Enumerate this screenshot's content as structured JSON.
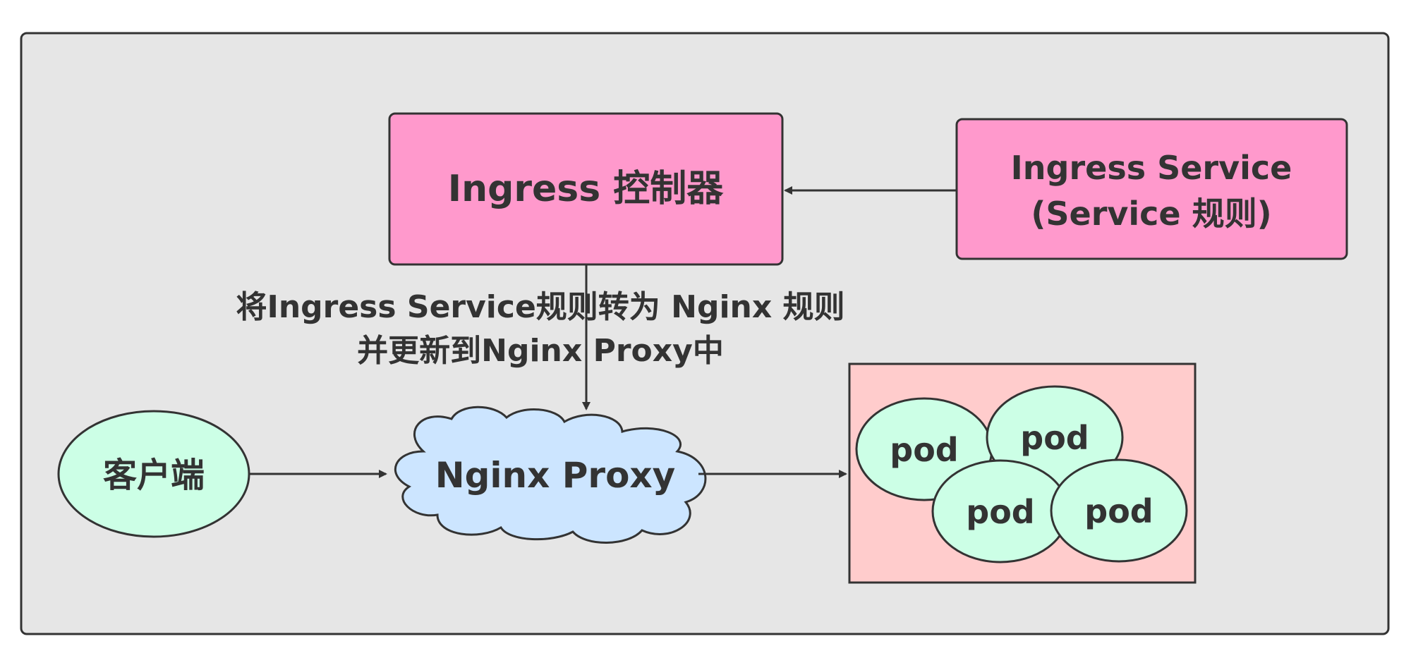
{
  "diagram": {
    "controller": {
      "label": "Ingress 控制器"
    },
    "service_rules": {
      "line1": "Ingress Service",
      "line2": "(Service 规则)"
    },
    "annotation": {
      "line1": "将Ingress Service规则转为 Nginx 规则",
      "line2": "并更新到Nginx Proxy中"
    },
    "client": {
      "label": "客户端"
    },
    "proxy": {
      "label": "Nginx Proxy"
    },
    "pods": [
      {
        "label": "pod"
      },
      {
        "label": "pod"
      },
      {
        "label": "pod"
      },
      {
        "label": "pod"
      }
    ]
  },
  "colors": {
    "frame_bg": "#e6e6e6",
    "box_pink": "#ff99cc",
    "pod_group_bg": "#ffcccc",
    "ellipse_green": "#ccffe6",
    "cloud_blue": "#cce5ff",
    "stroke": "#333333"
  }
}
